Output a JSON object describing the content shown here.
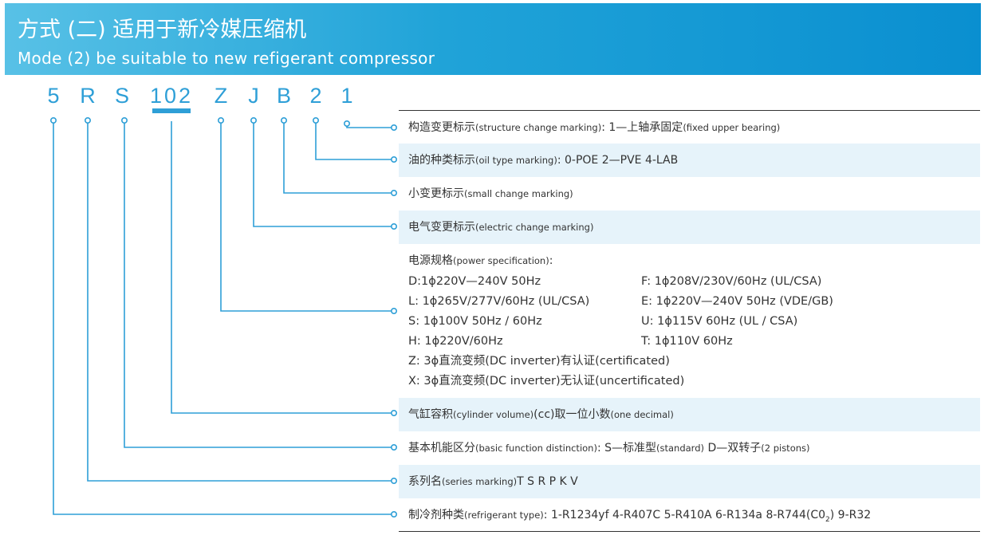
{
  "header": {
    "title_zh": "方式 (二) 适用于新冷媒压缩机",
    "title_en": "Mode (2) be suitable to new refigerant compressor"
  },
  "code": [
    "5",
    "R",
    "S",
    "102",
    "Z",
    "J",
    "B",
    "2",
    "1"
  ],
  "rows": {
    "structure": {
      "zh": "构造变更标示",
      "en": "(structure change marking)",
      "sep": ": ",
      "val_zh": "1—上轴承固定",
      "val_en": "(fixed upper bearing)"
    },
    "oil": {
      "zh": "油的种类标示",
      "en": "(oil type marking)",
      "sep": ": ",
      "val": "0-POE 2—PVE  4-LAB"
    },
    "small_change": {
      "zh": "小变更标示",
      "en": "(small change marking)"
    },
    "electric": {
      "zh": "电气变更标示",
      "en": "(electric change marking)"
    },
    "power": {
      "zh": "电源规格",
      "en": "(power specification)",
      "sep": ":",
      "left": [
        "D:1ϕ220V—240V 50Hz",
        "L: 1ϕ265V/277V/60Hz (UL/CSA)",
        "S: 1ϕ100V 50Hz / 60Hz",
        "H: 1ϕ220V/60Hz"
      ],
      "right": [
        "F: 1ϕ208V/230V/60Hz (UL/CSA)",
        "E: 1ϕ220V—240V 50Hz (VDE/GB)",
        "U: 1ϕ115V 60Hz (UL / CSA)",
        "T: 1ϕ110V 60Hz"
      ],
      "z": "Z: 3ϕ直流变频(DC inverter)有认证(certificated)",
      "x": "X: 3ϕ直流变频(DC inverter)无认证(uncertificated)"
    },
    "cylinder": {
      "zh": "气缸容积",
      "en": "(cylinder volume)",
      "cc": "(cc)取一位小数",
      "en2": "(one decimal)"
    },
    "basic": {
      "zh": "基本机能区分",
      "en": "(basic function distinction)",
      "sep": ": ",
      "val1": "S—标准型",
      "val1_en": "(standard)",
      "val2": " D—双转子",
      "val2_en": "(2 pistons)"
    },
    "series": {
      "zh": "系列名",
      "en": "(series marking)",
      "val": "T S R P K V"
    },
    "refrigerant": {
      "zh": "制冷剂种类",
      "en": "(refrigerant type)",
      "sep": ": ",
      "val_a": "1-R1234yf 4-R407C 5-R410A 6-R134a 8-R744(C0",
      "val_sub": "2",
      "val_b": ") 9-R32"
    }
  },
  "colors": {
    "accent": "#2e9fd7",
    "band": "#e6f3fa",
    "header_start": "#58c1e6",
    "header_end": "#0a8fd0"
  }
}
